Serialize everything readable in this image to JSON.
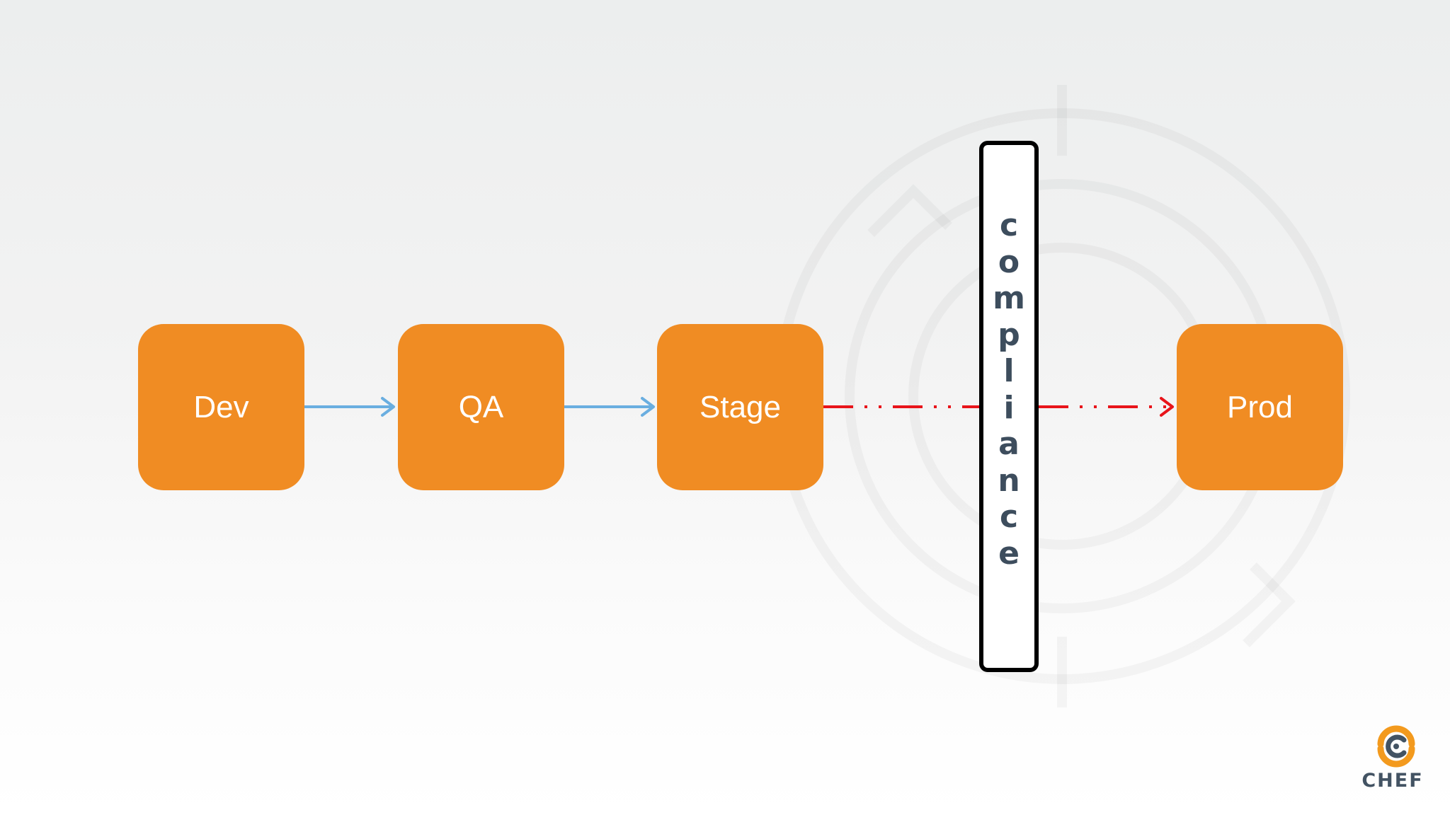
{
  "stages": {
    "dev": "Dev",
    "qa": "QA",
    "stage": "Stage",
    "prod": "Prod"
  },
  "gate": {
    "label": "compliance",
    "letters": [
      "c",
      "o",
      "m",
      "p",
      "l",
      "i",
      "a",
      "n",
      "c",
      "e"
    ]
  },
  "brand": {
    "name": "CHEF"
  },
  "colors": {
    "stage_fill": "#f08c23",
    "stage_text": "#ffffff",
    "arrow_pass": "#6aaee0",
    "arrow_blocked": "#e8141a",
    "gate_border": "#000000",
    "gate_fill": "#ffffff",
    "gate_text": "#3d4d5d",
    "logo_orange": "#f39a1e",
    "logo_slate": "#435363"
  }
}
